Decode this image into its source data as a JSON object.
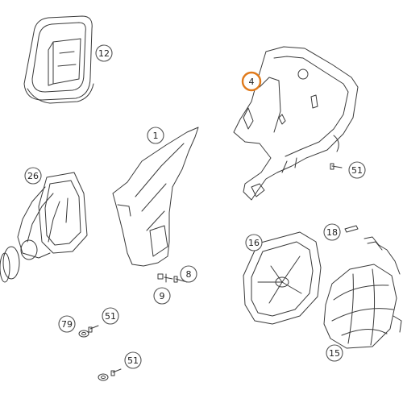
{
  "diagram": {
    "callouts": [
      {
        "id": "12",
        "text": "12",
        "highlight": false
      },
      {
        "id": "4",
        "text": "4",
        "highlight": true
      },
      {
        "id": "1",
        "text": "1",
        "highlight": false
      },
      {
        "id": "26",
        "text": "26",
        "highlight": false
      },
      {
        "id": "51a",
        "text": "51",
        "highlight": false
      },
      {
        "id": "18",
        "text": "18",
        "highlight": false
      },
      {
        "id": "16",
        "text": "16",
        "highlight": false
      },
      {
        "id": "8",
        "text": "8",
        "highlight": false
      },
      {
        "id": "9",
        "text": "9",
        "highlight": false
      },
      {
        "id": "79",
        "text": "79",
        "highlight": false
      },
      {
        "id": "51b",
        "text": "51",
        "highlight": false
      },
      {
        "id": "51c",
        "text": "51",
        "highlight": false
      },
      {
        "id": "15",
        "text": "15",
        "highlight": false
      }
    ],
    "colors": {
      "line": "#3a3a3a",
      "highlight": "#e07a1b"
    }
  }
}
